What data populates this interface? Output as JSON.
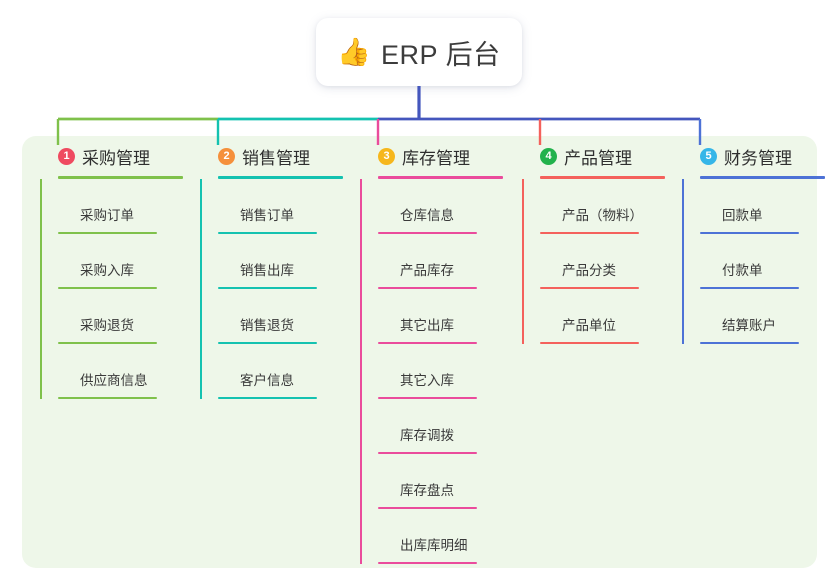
{
  "root": {
    "icon": "thumbs-up-icon",
    "icon_glyph": "👍",
    "title": "ERP 后台"
  },
  "palette": {
    "panel_background": "#eef7e9",
    "page_background": "#ffffff",
    "trunk": "#4456bd",
    "text": "#3a3a3a",
    "title_text": "#3c3c3c"
  },
  "diagram": {
    "type": "mind-map",
    "branch_count": 5,
    "branches": [
      {
        "number": "1",
        "title": "采购管理",
        "badge_color": "#ef4a60",
        "line_color": "#7fc14b",
        "bus_color": "#7fc14b",
        "items": [
          {
            "label": "采购订单"
          },
          {
            "label": "采购入库"
          },
          {
            "label": "采购退货"
          },
          {
            "label": "供应商信息"
          }
        ]
      },
      {
        "number": "2",
        "title": "销售管理",
        "badge_color": "#f5903b",
        "line_color": "#14c2b0",
        "bus_color": "#14c2b0",
        "items": [
          {
            "label": "销售订单"
          },
          {
            "label": "销售出库"
          },
          {
            "label": "销售退货"
          },
          {
            "label": "客户信息"
          }
        ]
      },
      {
        "number": "3",
        "title": "库存管理",
        "badge_color": "#f6b71c",
        "line_color": "#ea4c9c",
        "bus_color": "#4456bd",
        "items": [
          {
            "label": "仓库信息"
          },
          {
            "label": "产品库存"
          },
          {
            "label": "其它出库"
          },
          {
            "label": "其它入库"
          },
          {
            "label": "库存调拨"
          },
          {
            "label": "库存盘点"
          },
          {
            "label": "出库库明细"
          }
        ]
      },
      {
        "number": "4",
        "title": "产品管理",
        "badge_color": "#22b24c",
        "line_color": "#f4615c",
        "bus_color": "#4456bd",
        "items": [
          {
            "label": "产品（物料）"
          },
          {
            "label": "产品分类"
          },
          {
            "label": "产品单位"
          }
        ]
      },
      {
        "number": "5",
        "title": "财务管理",
        "badge_color": "#35b6e8",
        "line_color": "#4d72d6",
        "bus_color": "#4456bd",
        "items": [
          {
            "label": "回款单"
          },
          {
            "label": "付款单"
          },
          {
            "label": "结算账户"
          }
        ]
      }
    ]
  }
}
